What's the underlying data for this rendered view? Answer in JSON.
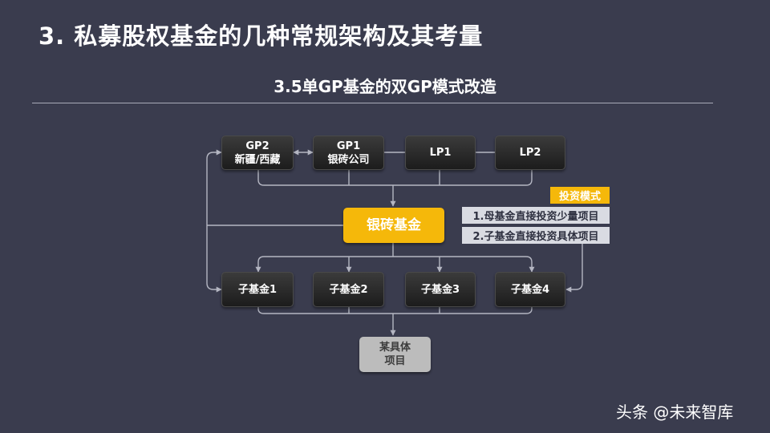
{
  "header": {
    "title": "3. 私募股权基金的几种常规架构及其考量",
    "subtitle": "3.5单GP基金的双GP模式改造"
  },
  "diagram": {
    "gp2": {
      "line1": "GP2",
      "line2": "新疆/西藏"
    },
    "gp1": {
      "line1": "GP1",
      "line2": "银砖公司"
    },
    "lp1": "LP1",
    "lp2": "LP2",
    "core_fund": "银砖基金",
    "investment_mode": {
      "header": "投资模式",
      "options": [
        "1.母基金直接投资少量项目",
        "2.子基金直接投资具体项目"
      ]
    },
    "sub_funds": [
      "子基金1",
      "子基金2",
      "子基金3",
      "子基金4"
    ],
    "project": {
      "line1": "某具体",
      "line2": "项目"
    }
  },
  "watermark": "头条 @未来智库",
  "colors": {
    "background": "#3a3c4e",
    "accent": "#f5b80a",
    "node": "#2a2a2a",
    "connector": "#b4b6c2"
  }
}
